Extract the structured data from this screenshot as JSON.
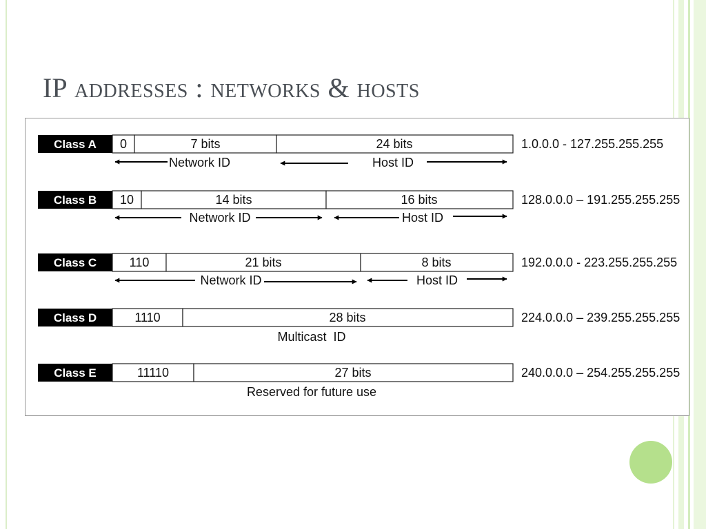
{
  "slide": {
    "title_first": "IP",
    "title_rest": " addresses : networks & hosts"
  },
  "classes": [
    {
      "name": "Class A",
      "fields": [
        "0",
        "7 bits",
        "24 bits"
      ],
      "range": "1.0.0.0 - 127.255.255.255",
      "labels": [
        "Network ID",
        "Host ID"
      ]
    },
    {
      "name": "Class B",
      "fields": [
        "10",
        "14 bits",
        "16 bits"
      ],
      "range": "128.0.0.0 – 191.255.255.255",
      "labels": [
        "Network ID",
        "Host ID"
      ]
    },
    {
      "name": "Class C",
      "fields": [
        "110",
        "21 bits",
        "8 bits"
      ],
      "range": "192.0.0.0 - 223.255.255.255",
      "labels": [
        "Network ID",
        "Host ID"
      ]
    },
    {
      "name": "Class D",
      "fields": [
        "1110",
        "28 bits"
      ],
      "range": "224.0.0.0 – 239.255.255.255",
      "labels": [
        "Multicast  ID"
      ]
    },
    {
      "name": "Class E",
      "fields": [
        "11110",
        "27 bits"
      ],
      "range": "240.0.0.0 – 254.255.255.255",
      "labels": [
        "Reserved for future use"
      ]
    }
  ],
  "colors": {
    "class_label_bg": "#000000",
    "decoration_green": "#b5e08c",
    "title": "#4a4f55"
  }
}
